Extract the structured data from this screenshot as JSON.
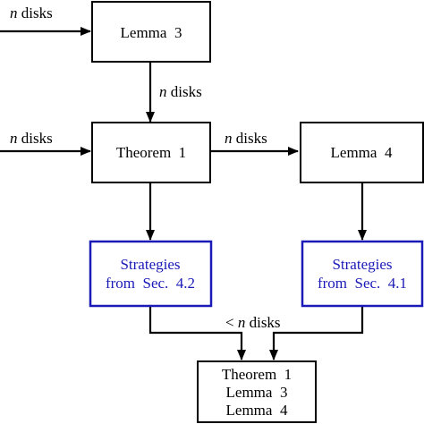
{
  "nodes": {
    "lemma3": {
      "label": "Lemma  3"
    },
    "theorem1": {
      "label": "Theorem  1"
    },
    "lemma4": {
      "label": "Lemma  4"
    },
    "strat42": {
      "line1": "Strategies",
      "line2": "from  Sec.  4.2"
    },
    "strat41": {
      "line1": "Strategies",
      "line2": "from  Sec.  4.1"
    },
    "result": {
      "line1": "Theorem  1",
      "line2": "Lemma  3",
      "line3": "Lemma  4"
    }
  },
  "edges": {
    "in_lemma3": {
      "var": "n",
      "text": " disks"
    },
    "lemma3_theorem1": {
      "var": "n",
      "text": " disks"
    },
    "in_theorem1": {
      "var": "n",
      "text": " disks"
    },
    "theorem1_lemma4": {
      "var": "n",
      "text": " disks"
    },
    "to_result": {
      "prefix": "< ",
      "var": "n",
      "text": " disks"
    }
  },
  "colors": {
    "strategy_border": "#1a1ab8",
    "strategy_text": "#1a1ab8",
    "lines": "#000000"
  }
}
